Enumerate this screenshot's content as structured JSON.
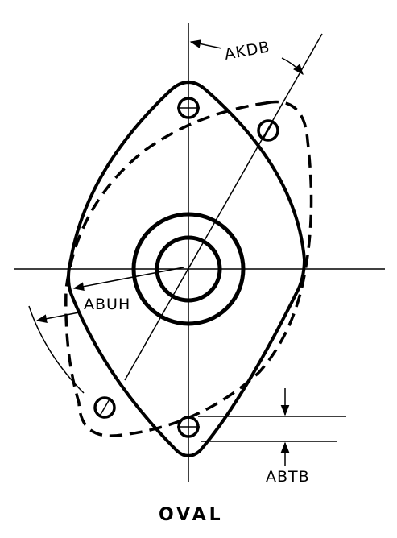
{
  "labels": {
    "angle_top": "AKDB",
    "angle_left": "ABUH",
    "offset_dim": "ABTB",
    "caption": "OVAL"
  }
}
